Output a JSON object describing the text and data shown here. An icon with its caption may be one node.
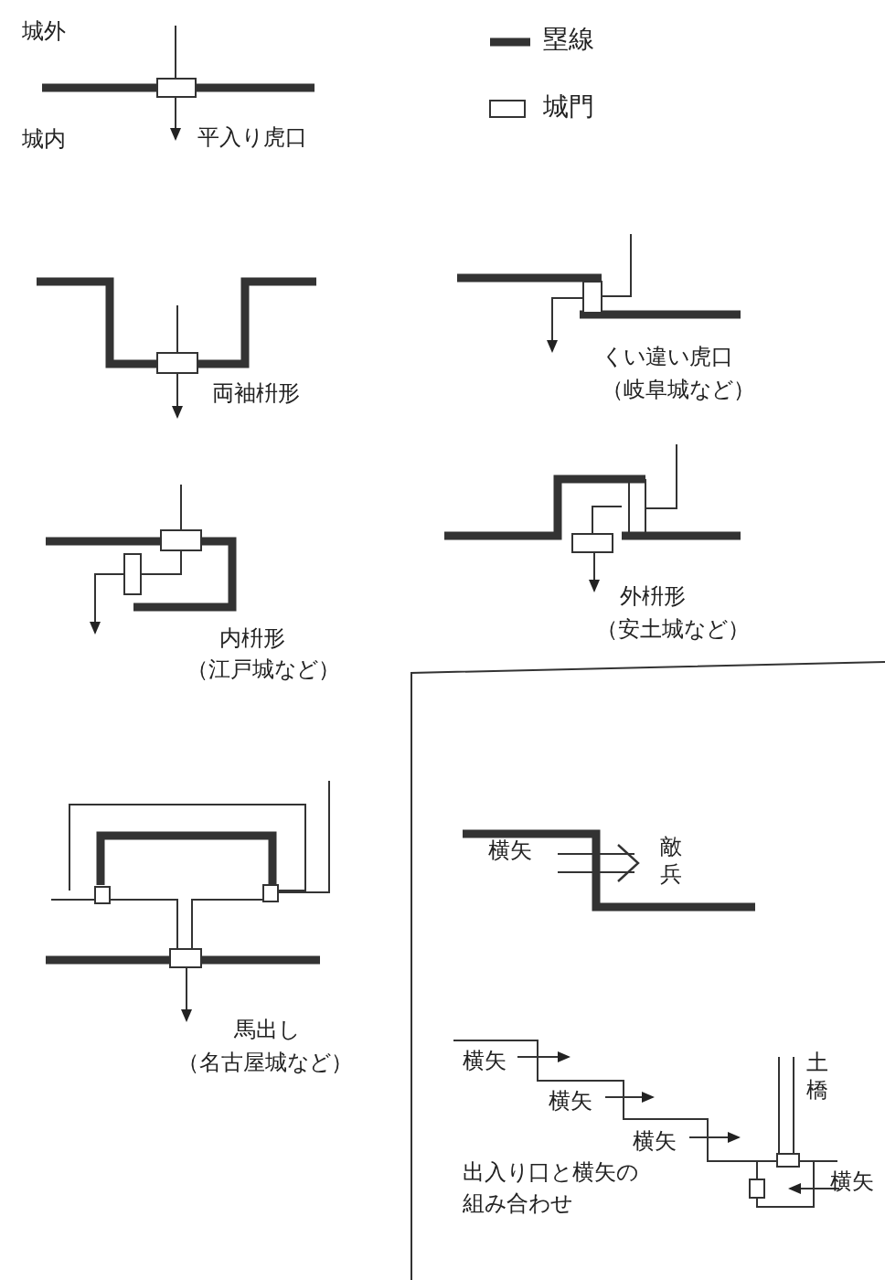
{
  "diagram": {
    "labels": [
      "城外",
      "城内",
      "平入り虎口",
      "両袖枡形",
      "くい違い虎口",
      "（岐阜城など）",
      "内枡形",
      "（江戸城など）",
      "外枡形",
      "（安土城など）",
      "馬出し",
      "（名古屋城など）",
      "横矢",
      "敵兵",
      "横矢",
      "土橋",
      "横矢",
      "横矢",
      "出入り口と横矢の組み合わせ",
      "横矢"
    ],
    "legend": [
      {
        "text": "塁線"
      },
      {
        "text": "城門"
      }
    ]
  }
}
